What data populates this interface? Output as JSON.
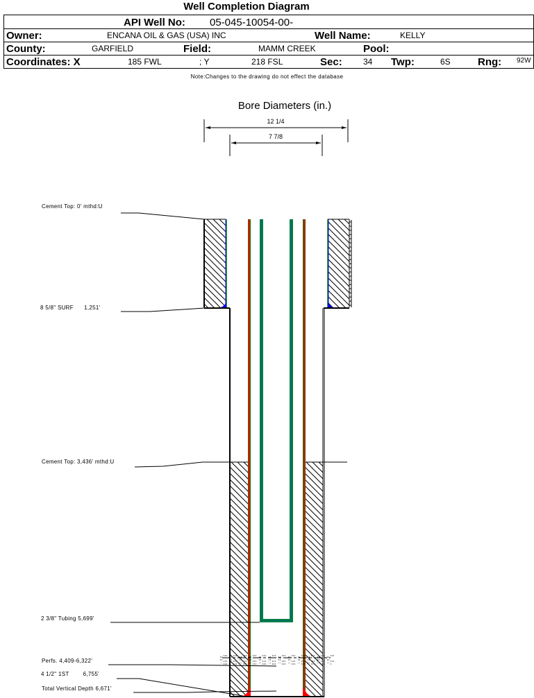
{
  "title": "Well Completion Diagram",
  "header": {
    "api_label": "API Well No:",
    "api_value": "05-045-10054-00-",
    "owner_label": "Owner:",
    "owner_value": "ENCANA OIL & GAS (USA) INC",
    "well_name_label": "Well Name:",
    "well_name_value": "KELLY",
    "county_label": "County:",
    "county_value": "GARFIELD",
    "field_label": "Field:",
    "field_value": "MAMM CREEK",
    "pool_label": "Pool:",
    "pool_value": "",
    "coords_label": "Coordinates: X",
    "x_value": "185 FWL",
    "y_label": "; Y",
    "y_value": "218 FSL",
    "sec_label": "Sec:",
    "sec_value": "34",
    "twp_label": "Twp:",
    "twp_value": "6S",
    "rng_label": "Rng:",
    "rng_value": "92W"
  },
  "note": "Note:Changes to the drawing do not effect the database",
  "bore": {
    "title": "Bore Diameters (in.)",
    "diameters": [
      "12 1/4",
      "7 7/8"
    ]
  },
  "annotations": {
    "cement_top_surface": "Cement Top: 0' mthd:U",
    "surface_casing": "8 5/8\" SURF      1,251'",
    "cement_top_production": "Cement Top: 3,436' mthd:U",
    "tubing": "2 3/8\" Tubing 5,699'",
    "perfs": "Perfs. 4,409-6,322'",
    "production_casing": "4 1/2\" 1ST        6,755'",
    "tvd": "Total Vertical Depth 6,671'"
  },
  "colors": {
    "casing_core": "#ff0000",
    "casing_edge": "#008000",
    "tubing": "#008040",
    "tubing_core": "#0060a0",
    "shoe_surface": "#0000ff",
    "shoe_production": "#ff0000"
  }
}
